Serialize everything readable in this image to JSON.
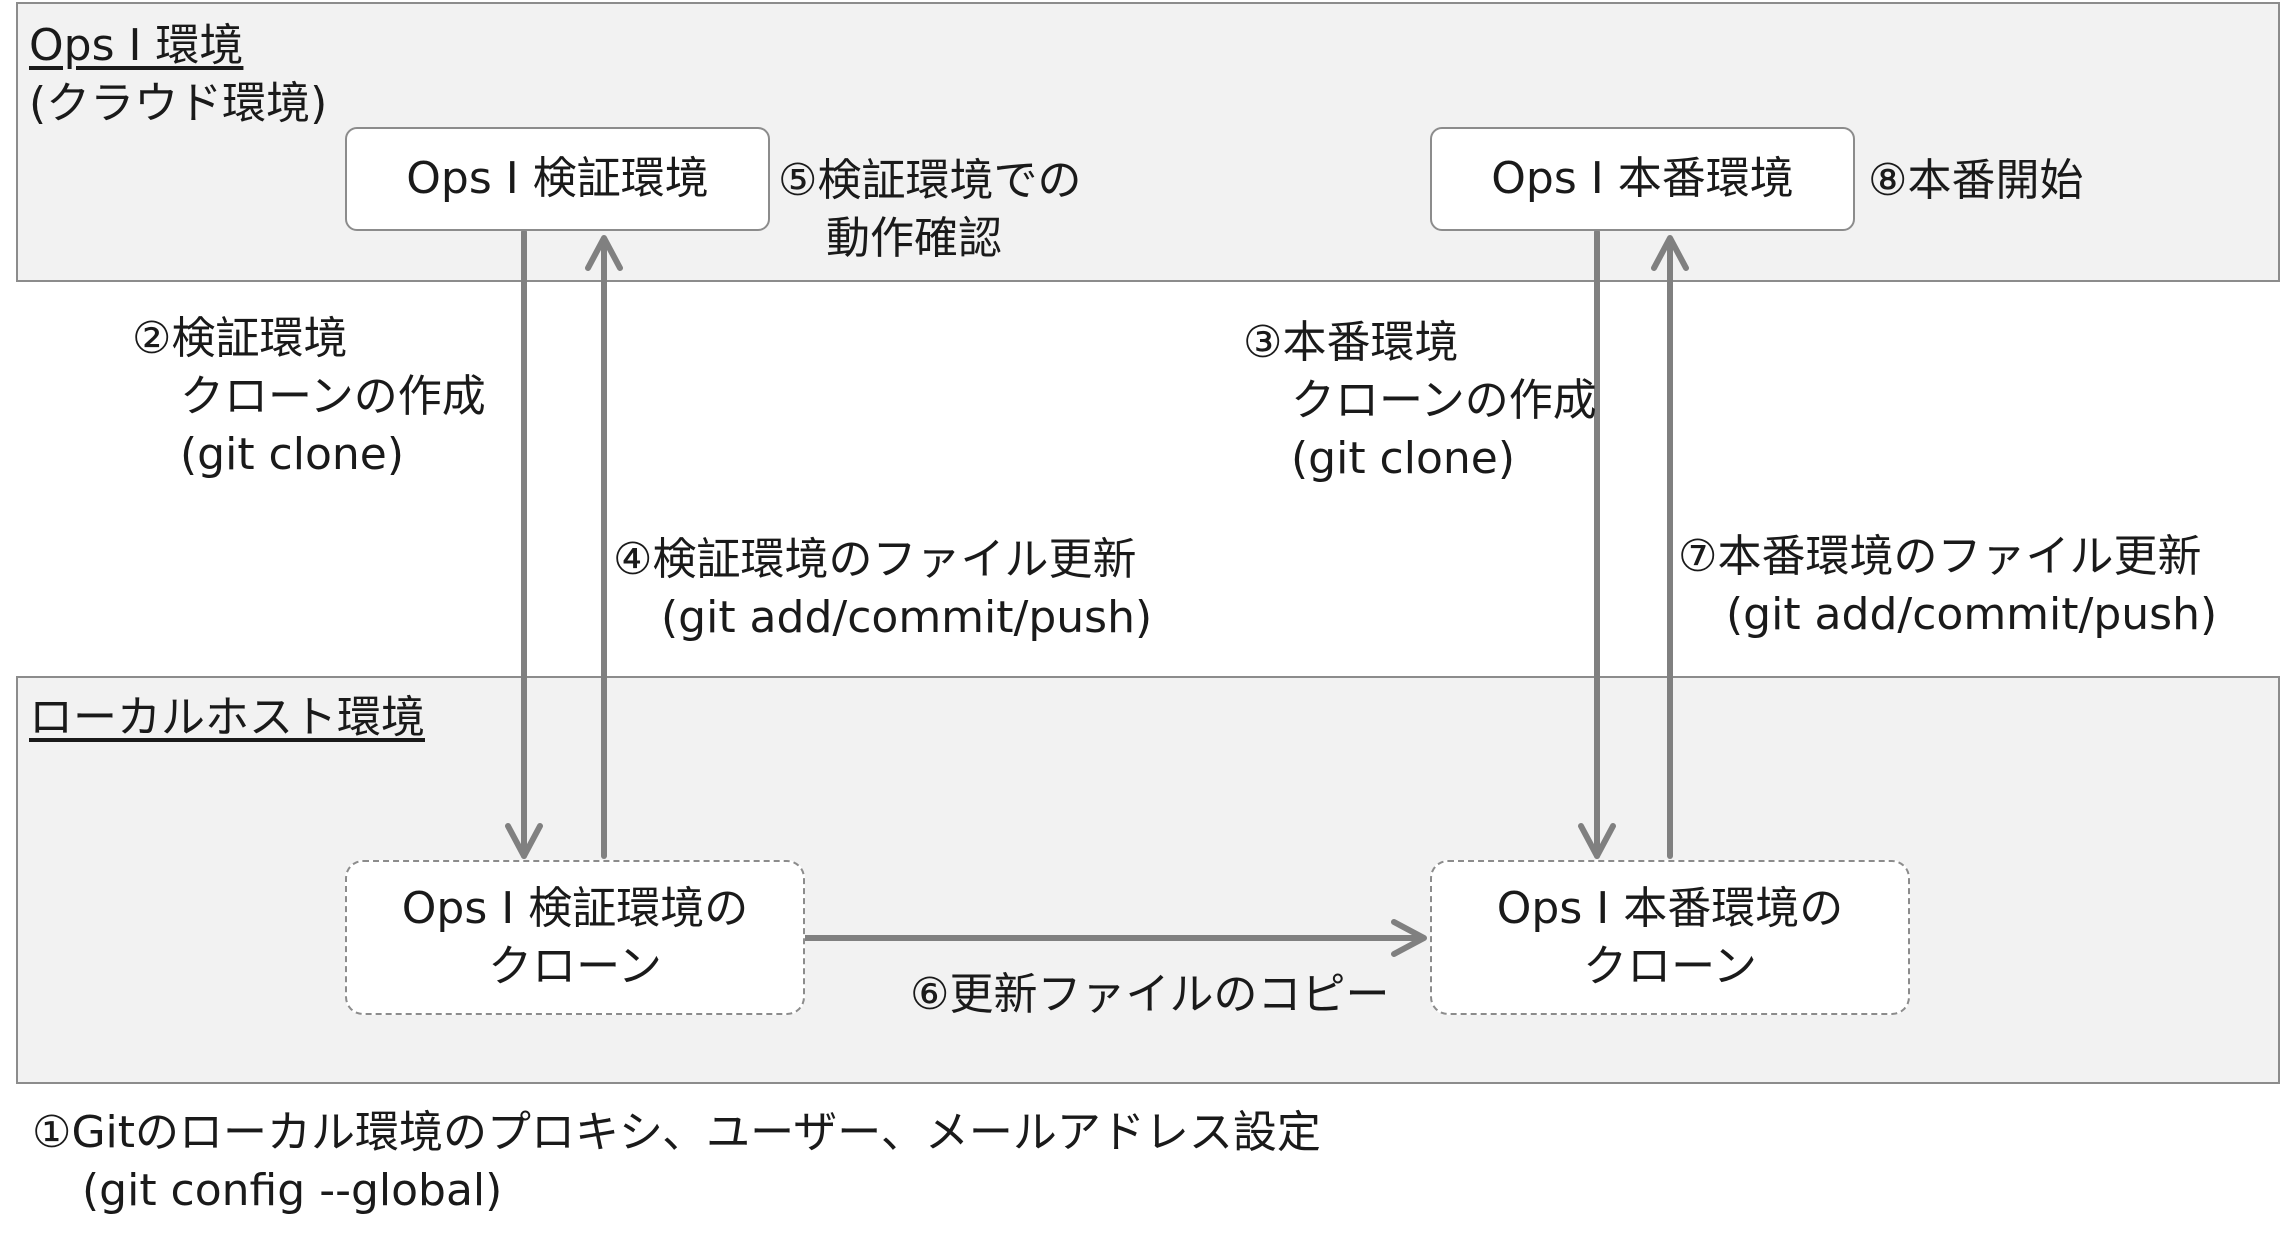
{
  "regions": {
    "cloud": {
      "title": "Ops I 環境",
      "subtitle": "(クラウド環境)"
    },
    "local": {
      "title": "ローカルホスト環境"
    }
  },
  "boxes": {
    "verify_env": "Ops I 検証環境",
    "prod_env": "Ops I 本番環境",
    "verify_clone": {
      "line1": "Ops I 検証環境の",
      "line2": "クローン"
    },
    "prod_clone": {
      "line1": "Ops I 本番環境の",
      "line2": "クローン"
    }
  },
  "labels": {
    "step1": {
      "line1": "①Gitのローカル環境のプロキシ、ユーザー、メールアドレス設定",
      "line2": "(git config --global)"
    },
    "step2": {
      "line1": "②検証環境",
      "line2": "クローンの作成",
      "line3": "(git clone)"
    },
    "step3": {
      "line1": "③本番環境",
      "line2": "クローンの作成",
      "line3": "(git clone)"
    },
    "step4": {
      "line1": "④検証環境のファイル更新",
      "line2": "(git add/commit/push)"
    },
    "step5": {
      "line1": "⑤検証環境での",
      "line2": "動作確認"
    },
    "step6": "⑥更新ファイルのコピー",
    "step7": {
      "line1": "⑦本番環境のファイル更新",
      "line2": "(git add/commit/push)"
    },
    "step8": "⑧本番開始"
  },
  "colors": {
    "region_fill": "#f2f2f2",
    "border": "#8c8c8c",
    "arrow": "#808080"
  }
}
